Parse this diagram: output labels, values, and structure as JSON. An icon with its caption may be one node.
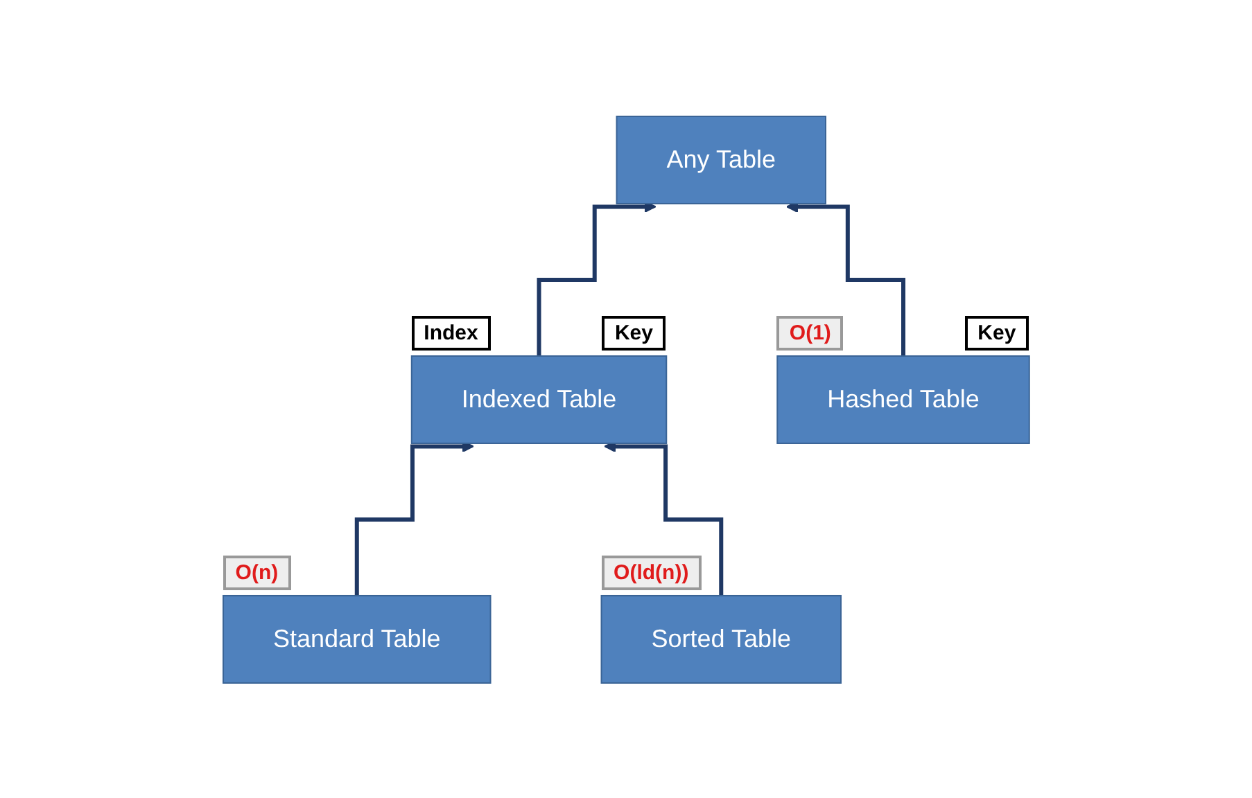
{
  "diagram": {
    "nodes": [
      {
        "text": [
          "Any Table"
        ]
      },
      {
        "text": [
          "Indexed Table"
        ],
        "beside": [
          "Index",
          "Key"
        ]
      },
      {
        "text": [
          "Hashed Table"
        ],
        "beside": [
          "O(1)",
          "Key"
        ]
      },
      {
        "text": [
          "Standard Table"
        ],
        "beside": [
          "O(n)"
        ]
      },
      {
        "text": [
          "Sorted Table"
        ],
        "beside": [
          "O(ld(n))"
        ]
      }
    ],
    "edges": [
      {
        "from": 1,
        "to": 0,
        "arrow": "to"
      },
      {
        "from": 2,
        "to": 0,
        "arrow": "to"
      },
      {
        "from": 3,
        "to": 1,
        "arrow": "to"
      },
      {
        "from": 4,
        "to": 1,
        "arrow": "to"
      }
    ]
  }
}
